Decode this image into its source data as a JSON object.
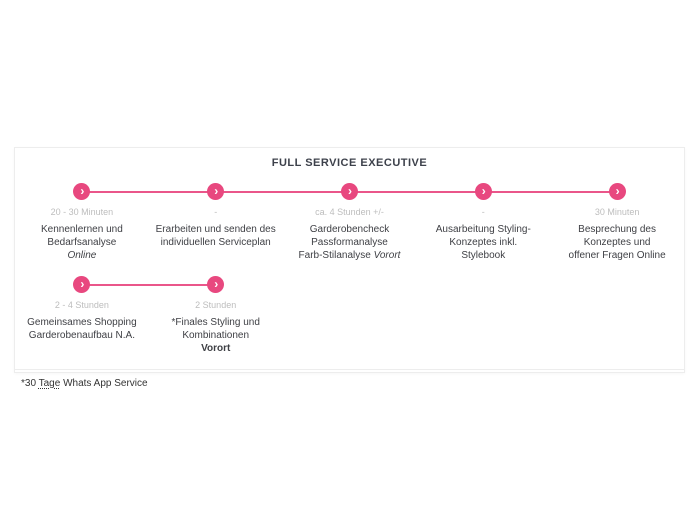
{
  "colors": {
    "accent": "#e8487f",
    "line": "#ea568a",
    "duration_text": "#bdbdbd",
    "body_text": "#3f4045",
    "card_border": "#ededed"
  },
  "timeline": {
    "title": "FULL SERVICE EXECUTIVE",
    "marker_glyph": "›",
    "rows": [
      {
        "steps": [
          {
            "duration": "20 - 30 Minuten",
            "desc1": "Kennenlernen und Bedarfsanalyse",
            "desc2_em": "Online"
          },
          {
            "duration": "-",
            "desc1": "Erarbeiten und senden des",
            "desc2": "individuellen Serviceplan"
          },
          {
            "duration": "ca. 4 Stunden +/-",
            "desc1": "Garderobencheck Passformanalyse",
            "desc2": "Farb-Stilanalyse ",
            "desc2_em": "Vorort"
          },
          {
            "duration": "-",
            "desc1": "Ausarbeitung Styling- Konzeptes inkl.",
            "desc2": "Stylebook"
          },
          {
            "duration": "30 Minuten",
            "desc1": "Besprechung des Konzeptes und",
            "desc2": "offener Fragen Online"
          }
        ]
      },
      {
        "steps": [
          {
            "duration": "2 - 4 Stunden",
            "desc1": "Gemeinsames Shopping",
            "desc2": "Garderobenaufbau N.A."
          },
          {
            "duration": "2 Stunden",
            "desc1": "*Finales Styling und Kombinationen",
            "desc2_strong": "Vorort"
          }
        ]
      }
    ],
    "footnote": {
      "prefix": "*30 ",
      "underlined": "Tage",
      "suffix": " Whats App Service"
    }
  }
}
